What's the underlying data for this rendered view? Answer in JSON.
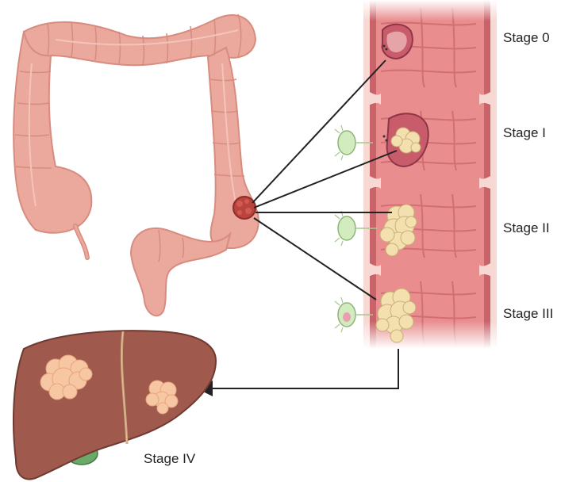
{
  "labels": {
    "stage0": "Stage 0",
    "stage1": "Stage I",
    "stage2": "Stage II",
    "stage3": "Stage III",
    "stage4": "Stage IV"
  },
  "colors": {
    "colon": "#eba89d",
    "colon_shadow": "#d88c80",
    "colon_wall": "#c8636a",
    "colon_lumen": "#e98d8e",
    "tumor_primary": "#b9433d",
    "tumor_cream": "#f3e0ae",
    "polyp": "#c95c6b",
    "lymph_node": "#d3ecbf",
    "liver": "#9f5a4d",
    "liver_metastasis": "#f7c6a2",
    "gallbladder": "#6aa968",
    "arrow": "#222222"
  }
}
